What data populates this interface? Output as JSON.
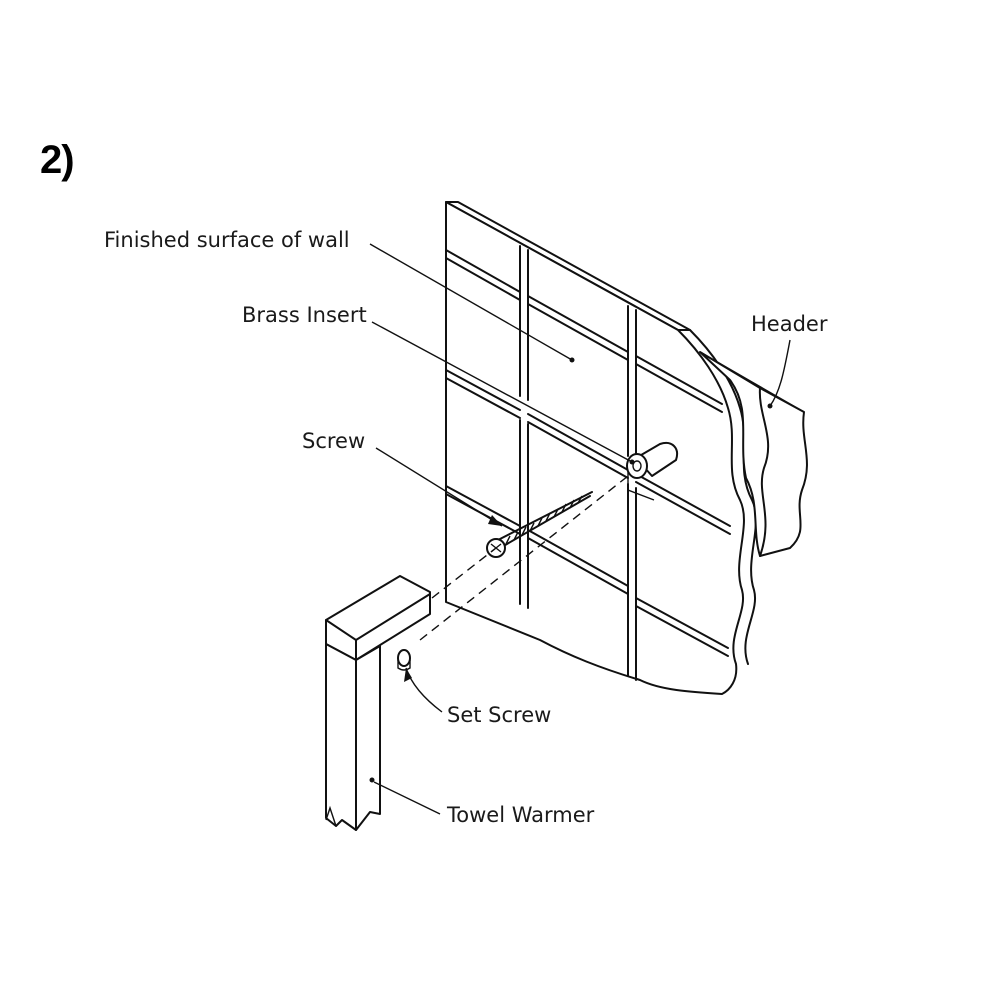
{
  "step": "2)",
  "labels": {
    "finished_surface": "Finished surface of wall",
    "brass_insert": "Brass Insert",
    "header": "Header",
    "screw": "Screw",
    "set_screw": "Set Screw",
    "towel_warmer": "Towel Warmer"
  }
}
